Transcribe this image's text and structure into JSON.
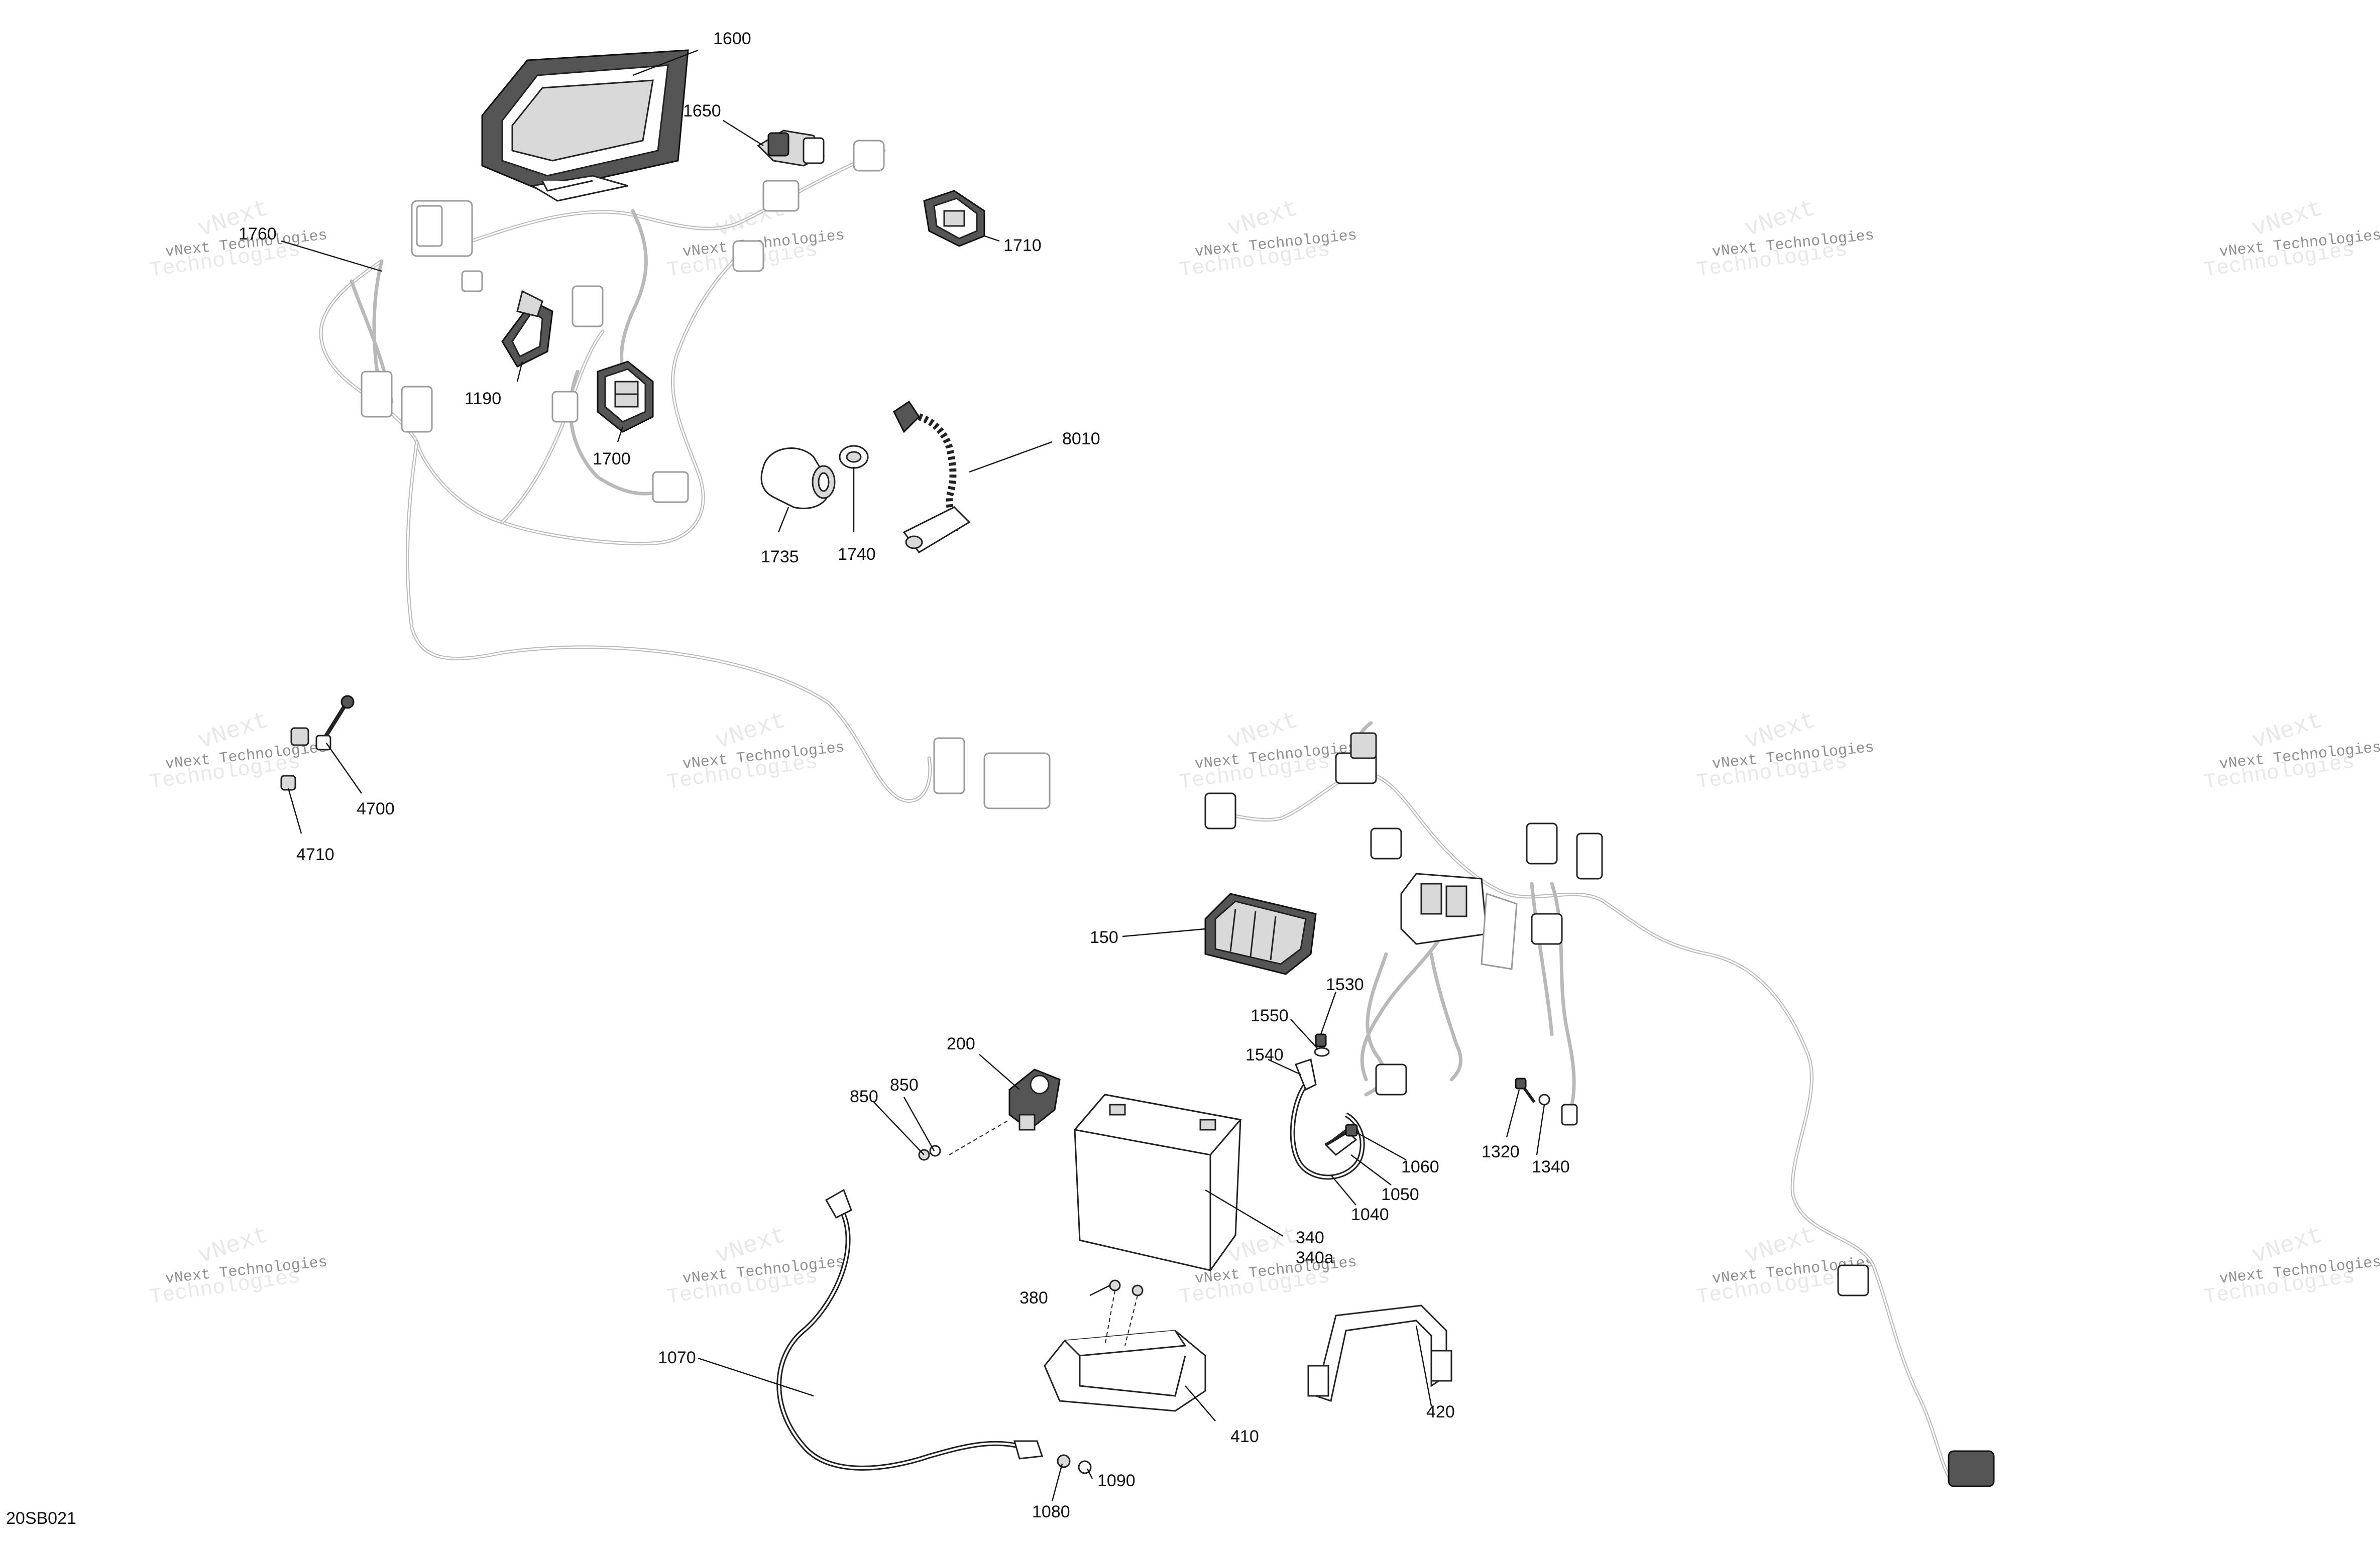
{
  "diagram": {
    "reference": "20SB021",
    "watermark": {
      "company": "vNext Technologies",
      "line1": "vNext",
      "line2": "Technologies"
    },
    "parts": [
      {
        "id": "1600",
        "label": "1600"
      },
      {
        "id": "1650",
        "label": "1650"
      },
      {
        "id": "1710",
        "label": "1710"
      },
      {
        "id": "1760",
        "label": "1760"
      },
      {
        "id": "1190",
        "label": "1190"
      },
      {
        "id": "1700",
        "label": "1700"
      },
      {
        "id": "8010",
        "label": "8010"
      },
      {
        "id": "1735",
        "label": "1735"
      },
      {
        "id": "1740",
        "label": "1740"
      },
      {
        "id": "4700",
        "label": "4700"
      },
      {
        "id": "4710",
        "label": "4710"
      },
      {
        "id": "150",
        "label": "150"
      },
      {
        "id": "1530",
        "label": "1530"
      },
      {
        "id": "1550",
        "label": "1550"
      },
      {
        "id": "1540",
        "label": "1540"
      },
      {
        "id": "200",
        "label": "200"
      },
      {
        "id": "850a",
        "label": "850"
      },
      {
        "id": "850b",
        "label": "850"
      },
      {
        "id": "1060",
        "label": "1060"
      },
      {
        "id": "1050",
        "label": "1050"
      },
      {
        "id": "1040",
        "label": "1040"
      },
      {
        "id": "1320",
        "label": "1320"
      },
      {
        "id": "1340",
        "label": "1340"
      },
      {
        "id": "340",
        "label": "340"
      },
      {
        "id": "340a",
        "label": "340a"
      },
      {
        "id": "380",
        "label": "380"
      },
      {
        "id": "1070",
        "label": "1070"
      },
      {
        "id": "410",
        "label": "410"
      },
      {
        "id": "420",
        "label": "420"
      },
      {
        "id": "1090",
        "label": "1090"
      },
      {
        "id": "1080",
        "label": "1080"
      }
    ]
  }
}
